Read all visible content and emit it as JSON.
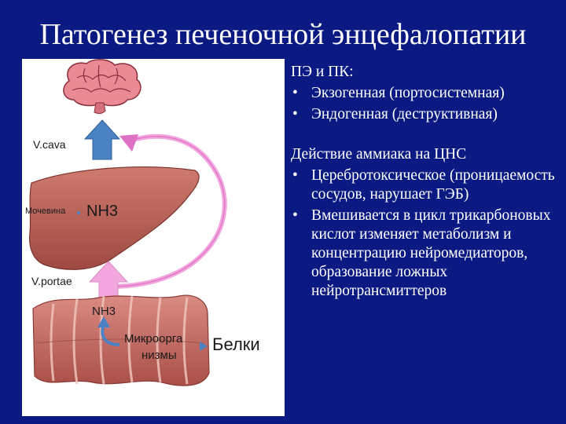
{
  "title": "Патогенез печеночной энцефалопатии",
  "figure": {
    "labels": {
      "v_cava": "V.cava",
      "urea": "Мочевина",
      "nh3_liver": "NH3",
      "v_portae": "V.portae",
      "nh3_gut": "NH3",
      "microorganisms_line1": "Микроорга",
      "microorganisms_line2": "низмы",
      "proteins": "Белки"
    },
    "colors": {
      "brain": "#e98a94",
      "liver": "#b85a50",
      "arrow_blue": "#4a82c4",
      "arrow_pink": "#f2a8df",
      "intestine": "#c36a62"
    }
  },
  "text": {
    "section1_heading": "ПЭ и ПК:",
    "section1_items": [
      "Экзогенная (портосистемная)",
      "Эндогенная (деструктивная)"
    ],
    "section2_heading": "Действие аммиака на ЦНС",
    "section2_items": [
      "Церебротоксическое (проницаемость сосудов, нарушает ГЭБ)",
      "Вмешивается в цикл трикарбоновых кислот изменяет метаболизм и концентрацию нейромедиаторов, образование ложных нейротрансмиттеров"
    ],
    "bullet_char": "•"
  }
}
